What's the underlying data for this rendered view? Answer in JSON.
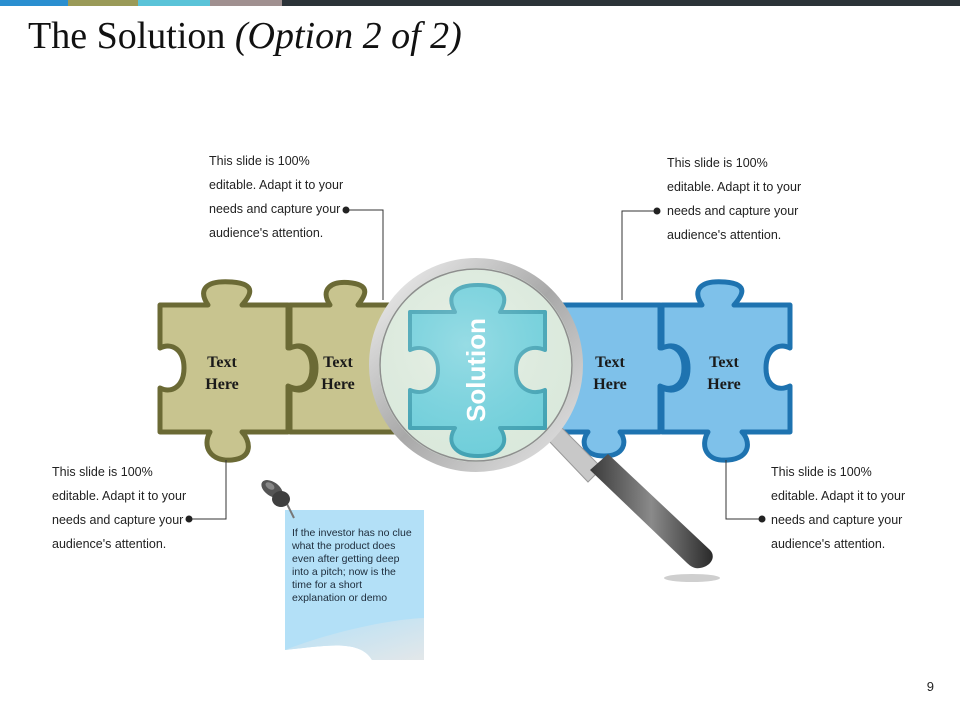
{
  "colors": {
    "olive": "#c8c48f",
    "olive_stroke": "#6b6a35",
    "blue": "#7ec1ea",
    "blue_stroke": "#1e73b0",
    "teal": "#5fc9d6",
    "note_bg": "#b3e0f7",
    "top_bar": [
      "#2a8fd0",
      "#9a9a58",
      "#5ac3d8",
      "#a09090",
      "#2b3338"
    ]
  },
  "title": {
    "main": "The Solution",
    "sub": "(Option 2 of 2)"
  },
  "puzzle": {
    "pieces": [
      {
        "label_line1": "Text",
        "label_line2": "Here"
      },
      {
        "label_line1": "Text",
        "label_line2": "Here"
      },
      {
        "label_line1": "Text",
        "label_line2": "Here"
      },
      {
        "label_line1": "Text",
        "label_line2": "Here"
      }
    ],
    "center_label": "Solution"
  },
  "callouts": {
    "top_left": "This slide is 100% editable. Adapt it to your needs and capture your audience's attention.",
    "top_right": "This slide is 100% editable. Adapt it to your needs and capture your audience's attention.",
    "bottom_left": "This slide is 100% editable. Adapt it to your needs and capture your audience's attention.",
    "bottom_right": "This slide is 100% editable. Adapt it to your needs and capture your audience's attention."
  },
  "sticky_note": {
    "text": "If the investor has no clue what the product does even after getting deep into a pitch; now is the time for a short explanation or demo"
  },
  "icons": [
    "push-pin-icon",
    "magnifying-glass-icon"
  ],
  "page_number": "9"
}
